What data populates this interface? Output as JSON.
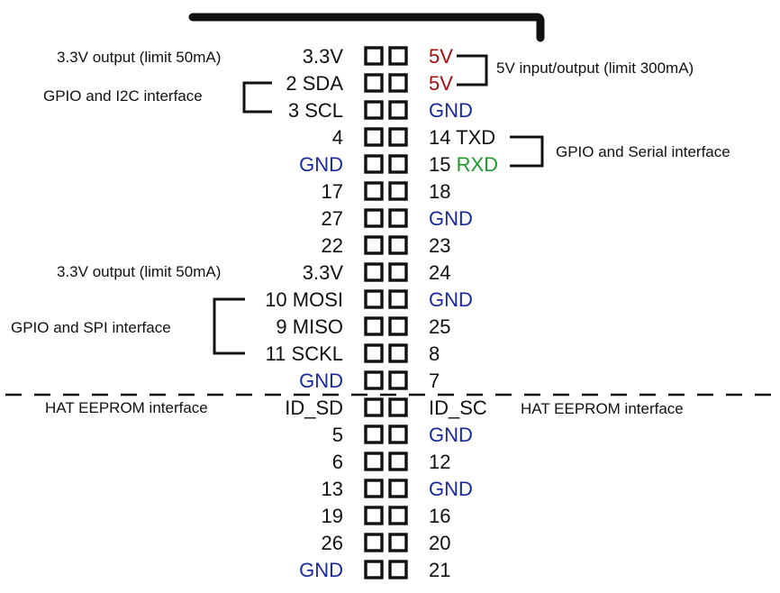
{
  "colors": {
    "black": "#111111",
    "red": "#a01010",
    "blue": "#1a2a9a",
    "green": "#1e9a2a"
  },
  "header": {
    "rows": 20
  },
  "pins": [
    {
      "left": "3.3V",
      "left_color": "black",
      "right": "5V",
      "right_color": "red"
    },
    {
      "left": "2 SDA",
      "left_color": "black",
      "right": "5V",
      "right_color": "red"
    },
    {
      "left": "3 SCL",
      "left_color": "black",
      "right": "GND",
      "right_color": "blue"
    },
    {
      "left": "4",
      "left_color": "black",
      "right": "14 TXD",
      "right_color": "black"
    },
    {
      "left": "GND",
      "left_color": "blue",
      "right_parts": [
        {
          "text": "15 ",
          "color": "black"
        },
        {
          "text": "RXD",
          "color": "green"
        }
      ]
    },
    {
      "left": "17",
      "left_color": "black",
      "right": "18",
      "right_color": "black"
    },
    {
      "left": "27",
      "left_color": "black",
      "right": "GND",
      "right_color": "blue"
    },
    {
      "left": "22",
      "left_color": "black",
      "right": "23",
      "right_color": "black"
    },
    {
      "left": "3.3V",
      "left_color": "black",
      "right": "24",
      "right_color": "black"
    },
    {
      "left": "10 MOSI",
      "left_color": "black",
      "right": "GND",
      "right_color": "blue"
    },
    {
      "left": "9 MISO",
      "left_color": "black",
      "right": "25",
      "right_color": "black"
    },
    {
      "left": "11 SCKL",
      "left_color": "black",
      "right": "8",
      "right_color": "black"
    },
    {
      "left": "GND",
      "left_color": "blue",
      "right": "7",
      "right_color": "black"
    },
    {
      "left": "ID_SD",
      "left_color": "black",
      "right": "ID_SC",
      "right_color": "black"
    },
    {
      "left": "5",
      "left_color": "black",
      "right": "GND",
      "right_color": "blue"
    },
    {
      "left": "6",
      "left_color": "black",
      "right": "12",
      "right_color": "black"
    },
    {
      "left": "13",
      "left_color": "black",
      "right": "GND",
      "right_color": "blue"
    },
    {
      "left": "19",
      "left_color": "black",
      "right": "16",
      "right_color": "black"
    },
    {
      "left": "26",
      "left_color": "black",
      "right": "20",
      "right_color": "black"
    },
    {
      "left": "GND",
      "left_color": "blue",
      "right": "21",
      "right_color": "black"
    }
  ],
  "annotations": {
    "left_33v_top": "3.3V output (limit 50mA)",
    "left_i2c": "GPIO and I2C interface",
    "right_5v": "5V input/output (limit 300mA)",
    "right_serial": "GPIO and Serial interface",
    "left_33v_mid": "3.3V output (limit 50mA)",
    "left_spi": "GPIO and SPI interface",
    "left_eeprom": "HAT EEPROM interface",
    "right_eeprom": "HAT EEPROM interface"
  }
}
